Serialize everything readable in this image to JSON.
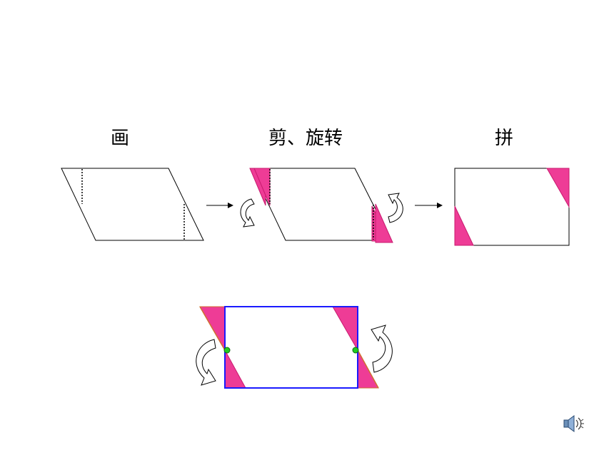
{
  "steps": [
    {
      "id": "draw",
      "label": "画"
    },
    {
      "id": "cut_rotate",
      "label": "剪、旋转"
    },
    {
      "id": "join",
      "label": "拼"
    }
  ],
  "colors": {
    "background": "#ffffff",
    "outline": "#000000",
    "piece_fill": "#ee3c96",
    "piece_edge": "#c81a6e",
    "rect_outline": "#1a1aff",
    "pivot_point": "#22cc22"
  },
  "icons": {
    "arrow": "right-arrow-icon",
    "rotate": "curved-rotate-arrow-icon",
    "sound": "speaker-icon"
  }
}
